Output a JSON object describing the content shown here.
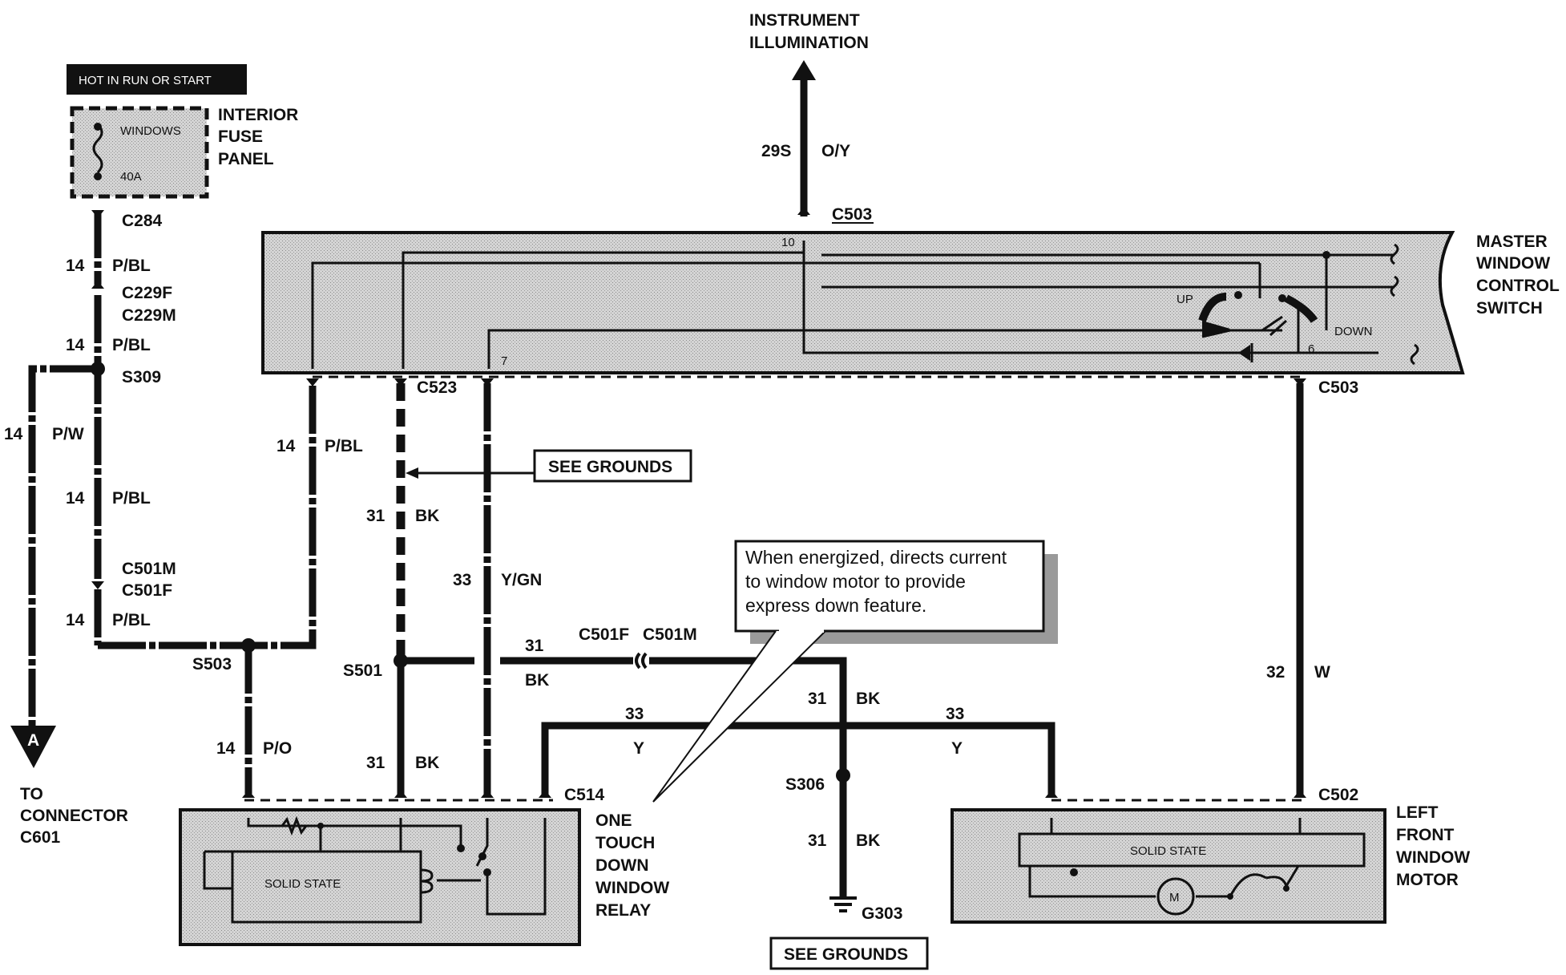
{
  "labels": {
    "instrument": "INSTRUMENT",
    "illumination": "ILLUMINATION",
    "hot_in_run": "HOT IN RUN OR START",
    "windows": "WINDOWS",
    "fuse_rating": "40A",
    "interior": "INTERIOR",
    "fuse": "FUSE",
    "panel": "PANEL",
    "master": "MASTER",
    "window": "WINDOW",
    "control": "CONTROL",
    "switch": "SWITCH",
    "one": "ONE",
    "touch": "TOUCH",
    "down_word": "DOWN",
    "window2": "WINDOW",
    "relay": "RELAY",
    "left": "LEFT",
    "front": "FRONT",
    "window3": "WINDOW",
    "motor": "MOTOR",
    "to": "TO",
    "connector": "CONNECTOR",
    "c601": "C601",
    "a": "A",
    "see_grounds": "SEE GROUNDS",
    "solid_state": "SOLID  STATE",
    "solid_state2": "SOLID  STATE",
    "m": "M",
    "up": "UP",
    "down": "DOWN",
    "pin10": "10",
    "pin7": "7",
    "pin6": "6",
    "g303": "G303"
  },
  "connectors": {
    "c284": "C284",
    "c229f": "C229F",
    "c229m": "C229M",
    "s309": "S309",
    "c501m": "C501M",
    "c501f": "C501F",
    "s503": "S503",
    "c503": "C503",
    "c523": "C523",
    "s501": "S501",
    "c501f2": "C501F",
    "c501m2": "C501M",
    "c514": "C514",
    "s306": "S306",
    "c502": "C502",
    "c503b": "C503"
  },
  "wires": {
    "w29s": "29S",
    "oy": "O/Y",
    "w14a": "14",
    "pbl_a": "P/BL",
    "w14b": "14",
    "pbl_b": "P/BL",
    "w14c": "14",
    "pw": "P/W",
    "w14d": "14",
    "pbl_d": "P/BL",
    "w14e": "14",
    "pbl_e": "P/BL",
    "w14f": "14",
    "pbl_f": "P/BL",
    "w31a": "31",
    "bk_a": "BK",
    "w33a": "33",
    "ygn": "Y/GN",
    "w31b": "31",
    "bk_b": "BK",
    "w14g": "14",
    "po": "P/O",
    "w31c": "31",
    "bk_c": "BK",
    "w33b": "33",
    "y_b": "Y",
    "w31d": "31",
    "bk_d": "BK",
    "w33c": "33",
    "y_c": "Y",
    "w31e": "31",
    "bk_e": "BK",
    "w32": "32",
    "w": "W"
  },
  "callout": {
    "line1": "When energized, directs current",
    "line2": "to window motor to provide",
    "line3": "express down feature."
  }
}
